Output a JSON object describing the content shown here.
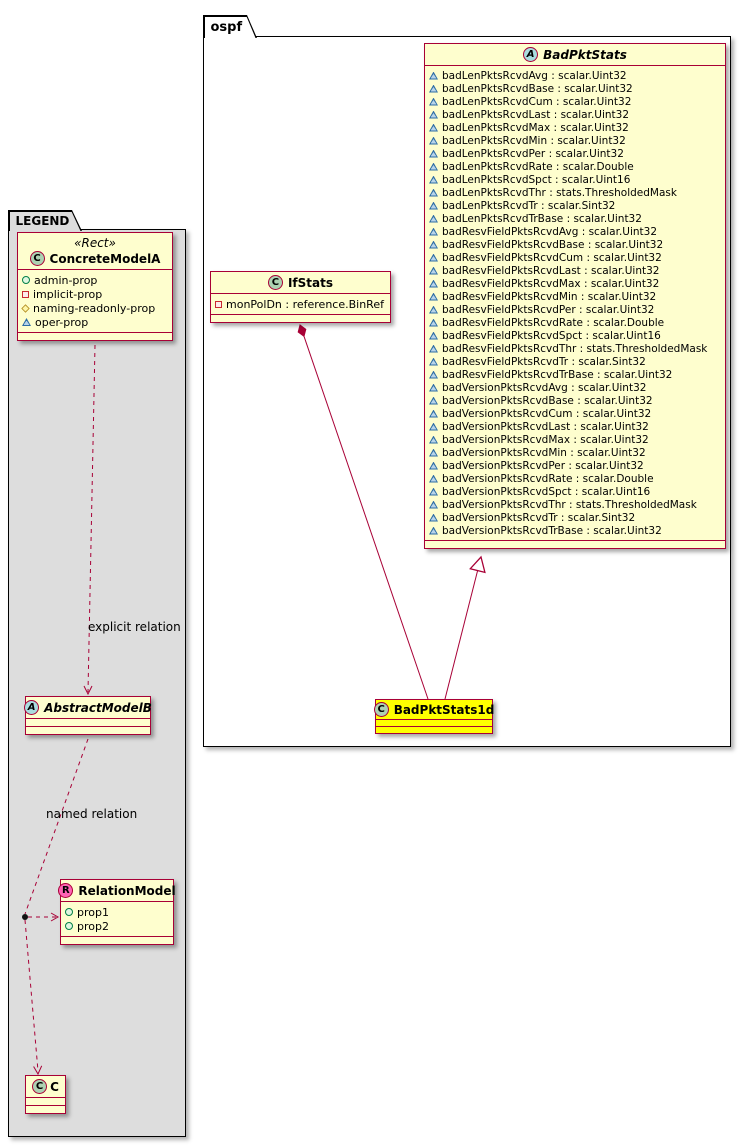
{
  "packages": {
    "legend": {
      "title": "LEGEND"
    },
    "ospf": {
      "title": "ospf"
    }
  },
  "classes": {
    "badPktStats": {
      "letter": "A",
      "name": "BadPktStats",
      "abstract": true,
      "fields": [
        {
          "icon": "triangle",
          "text": "badLenPktsRcvdAvg : scalar.Uint32"
        },
        {
          "icon": "triangle",
          "text": "badLenPktsRcvdBase : scalar.Uint32"
        },
        {
          "icon": "triangle",
          "text": "badLenPktsRcvdCum : scalar.Uint32"
        },
        {
          "icon": "triangle",
          "text": "badLenPktsRcvdLast : scalar.Uint32"
        },
        {
          "icon": "triangle",
          "text": "badLenPktsRcvdMax : scalar.Uint32"
        },
        {
          "icon": "triangle",
          "text": "badLenPktsRcvdMin : scalar.Uint32"
        },
        {
          "icon": "triangle",
          "text": "badLenPktsRcvdPer : scalar.Uint32"
        },
        {
          "icon": "triangle",
          "text": "badLenPktsRcvdRate : scalar.Double"
        },
        {
          "icon": "triangle",
          "text": "badLenPktsRcvdSpct : scalar.Uint16"
        },
        {
          "icon": "triangle",
          "text": "badLenPktsRcvdThr : stats.ThresholdedMask"
        },
        {
          "icon": "triangle",
          "text": "badLenPktsRcvdTr : scalar.Sint32"
        },
        {
          "icon": "triangle",
          "text": "badLenPktsRcvdTrBase : scalar.Uint32"
        },
        {
          "icon": "triangle",
          "text": "badResvFieldPktsRcvdAvg : scalar.Uint32"
        },
        {
          "icon": "triangle",
          "text": "badResvFieldPktsRcvdBase : scalar.Uint32"
        },
        {
          "icon": "triangle",
          "text": "badResvFieldPktsRcvdCum : scalar.Uint32"
        },
        {
          "icon": "triangle",
          "text": "badResvFieldPktsRcvdLast : scalar.Uint32"
        },
        {
          "icon": "triangle",
          "text": "badResvFieldPktsRcvdMax : scalar.Uint32"
        },
        {
          "icon": "triangle",
          "text": "badResvFieldPktsRcvdMin : scalar.Uint32"
        },
        {
          "icon": "triangle",
          "text": "badResvFieldPktsRcvdPer : scalar.Uint32"
        },
        {
          "icon": "triangle",
          "text": "badResvFieldPktsRcvdRate : scalar.Double"
        },
        {
          "icon": "triangle",
          "text": "badResvFieldPktsRcvdSpct : scalar.Uint16"
        },
        {
          "icon": "triangle",
          "text": "badResvFieldPktsRcvdThr : stats.ThresholdedMask"
        },
        {
          "icon": "triangle",
          "text": "badResvFieldPktsRcvdTr : scalar.Sint32"
        },
        {
          "icon": "triangle",
          "text": "badResvFieldPktsRcvdTrBase : scalar.Uint32"
        },
        {
          "icon": "triangle",
          "text": "badVersionPktsRcvdAvg : scalar.Uint32"
        },
        {
          "icon": "triangle",
          "text": "badVersionPktsRcvdBase : scalar.Uint32"
        },
        {
          "icon": "triangle",
          "text": "badVersionPktsRcvdCum : scalar.Uint32"
        },
        {
          "icon": "triangle",
          "text": "badVersionPktsRcvdLast : scalar.Uint32"
        },
        {
          "icon": "triangle",
          "text": "badVersionPktsRcvdMax : scalar.Uint32"
        },
        {
          "icon": "triangle",
          "text": "badVersionPktsRcvdMin : scalar.Uint32"
        },
        {
          "icon": "triangle",
          "text": "badVersionPktsRcvdPer : scalar.Uint32"
        },
        {
          "icon": "triangle",
          "text": "badVersionPktsRcvdRate : scalar.Double"
        },
        {
          "icon": "triangle",
          "text": "badVersionPktsRcvdSpct : scalar.Uint16"
        },
        {
          "icon": "triangle",
          "text": "badVersionPktsRcvdThr : stats.ThresholdedMask"
        },
        {
          "icon": "triangle",
          "text": "badVersionPktsRcvdTr : scalar.Sint32"
        },
        {
          "icon": "triangle",
          "text": "badVersionPktsRcvdTrBase : scalar.Uint32"
        }
      ]
    },
    "ifStats": {
      "letter": "C",
      "name": "IfStats",
      "fields": [
        {
          "icon": "square",
          "text": "monPolDn : reference.BinRef"
        }
      ]
    },
    "badPktStats1d": {
      "letter": "C",
      "name": "BadPktStats1d",
      "highlight_color": "#FFFF00"
    },
    "concreteModelA": {
      "stereotype": "«Rect»",
      "letter": "C",
      "name": "ConcreteModelA",
      "fields": [
        {
          "icon": "circle",
          "text": "admin-prop"
        },
        {
          "icon": "square",
          "text": "implicit-prop"
        },
        {
          "icon": "diamond",
          "text": "naming-readonly-prop"
        },
        {
          "icon": "triangle",
          "text": "oper-prop"
        }
      ]
    },
    "abstractModelB": {
      "letter": "A",
      "name": "AbstractModelB",
      "abstract": true
    },
    "relationModel": {
      "letter": "R",
      "name": "RelationModel",
      "fields": [
        {
          "icon": "circle",
          "text": "prop1"
        },
        {
          "icon": "circle",
          "text": "prop2"
        }
      ]
    },
    "cClass": {
      "letter": "C",
      "name": "C"
    }
  },
  "edges": {
    "explicit": {
      "label": "explicit relation",
      "type": "dashed-dependency",
      "from": "ConcreteModelA",
      "to": "AbstractModelB"
    },
    "named": {
      "label": "named relation",
      "type": "dashed-dependency-with-junction",
      "from": "AbstractModelB",
      "to": "RelationModel, C"
    },
    "composition": {
      "type": "composition",
      "from": "IfStats",
      "to": "BadPktStats1d"
    },
    "generalization": {
      "type": "generalization",
      "from": "BadPktStats1d",
      "to": "BadPktStats"
    }
  },
  "colors": {
    "class_background": "#FEFECE",
    "class_border": "#A80036",
    "highlight_background": "#FFFF00",
    "spot_class": "#ADD1B2",
    "spot_abstract": "#A9DCDF",
    "spot_relation": "#FF64B4",
    "legend_background": "#DDDDDD",
    "edge_color": "#A80036"
  }
}
